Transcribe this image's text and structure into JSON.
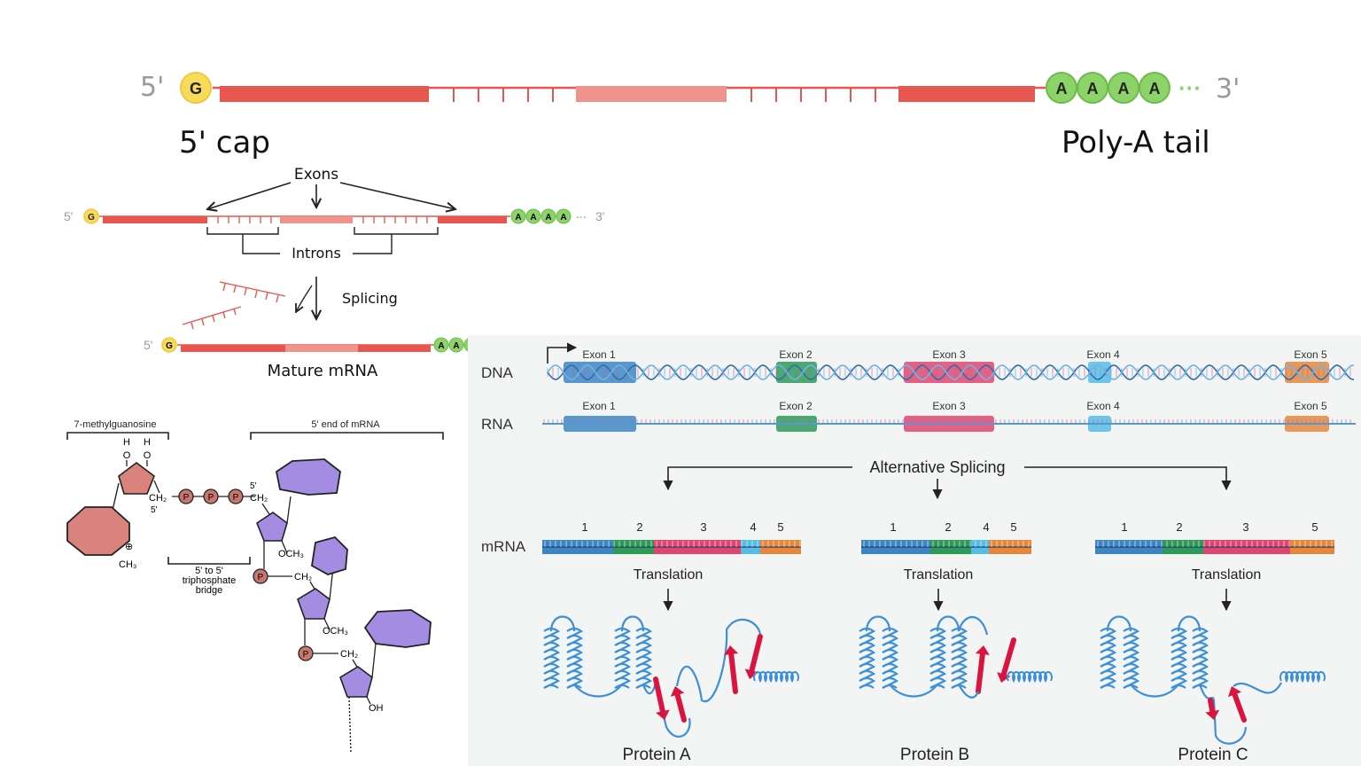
{
  "top_mrna": {
    "five_prime": "5'",
    "three_prime": "3'",
    "cap_letter": "G",
    "tail_letters": [
      "A",
      "A",
      "A",
      "A"
    ],
    "tail_dots": "···",
    "cap_label": "5' cap",
    "tail_label": "Poly-A tail"
  },
  "splicing": {
    "five_prime": "5'",
    "three_prime": "3'",
    "cap_letter": "G",
    "tail_letters": [
      "A",
      "A",
      "A",
      "A"
    ],
    "tail_dots": "···",
    "exons_label": "Exons",
    "introns_label": "Introns",
    "splicing_label": "Splicing",
    "mature_five_prime": "5'",
    "mature_tail_letters": [
      "A",
      "A",
      "A"
    ],
    "mature_label": "Mature mRNA"
  },
  "cap_structure": {
    "methylguanosine_label": "7-methylguanosine",
    "five_end_label": "5' end of mRNA",
    "h1": "H",
    "h2": "H",
    "o1": "O",
    "o2": "O",
    "ch2_left": "CH₂",
    "five_left": "5'",
    "p": "P",
    "five_right": "5'",
    "ch2_right": "CH₂",
    "och3_1": "OCH₃",
    "ch2_2": "CH₂",
    "och3_2": "OCH₃",
    "ch2_3": "CH₂",
    "oh": "OH",
    "ch3": "CH₃",
    "plus": "⊕",
    "bridge_line1": "5' to 5'",
    "bridge_line2": "triphosphate",
    "bridge_line3": "bridge"
  },
  "alt_splicing": {
    "dna_label": "DNA",
    "rna_label": "RNA",
    "mrna_label": "mRNA",
    "exons": [
      {
        "label": "Exon  1",
        "color": "#3d86c6"
      },
      {
        "label": "Exon 2",
        "color": "#2e9a58"
      },
      {
        "label": "Exon  3",
        "color": "#e2456e"
      },
      {
        "label": "Exon 4",
        "color": "#55bde6"
      },
      {
        "label": "Exon 5",
        "color": "#e8873b"
      }
    ],
    "title": "Alternative Splicing",
    "translation_label": "Translation",
    "variants": [
      {
        "numbers": [
          "1",
          "2",
          "3",
          "4",
          "5"
        ],
        "protein": "Protein A"
      },
      {
        "numbers": [
          "1",
          "2",
          "4",
          "5"
        ],
        "protein": "Protein B"
      },
      {
        "numbers": [
          "1",
          "2",
          "3",
          "5"
        ],
        "protein": "Protein C"
      }
    ]
  },
  "colors": {
    "exon_red": "#e8574f",
    "intron_red": "#f0938c",
    "cap_yellow": "#f7dc5b",
    "tail_green": "#8cd36a",
    "sugar_pink": "#d9837c",
    "base_purple": "#a58ce3",
    "phosphate": "#c8776f",
    "protein_blue": "#3d8fd6",
    "strand_red": "#d8143f"
  }
}
